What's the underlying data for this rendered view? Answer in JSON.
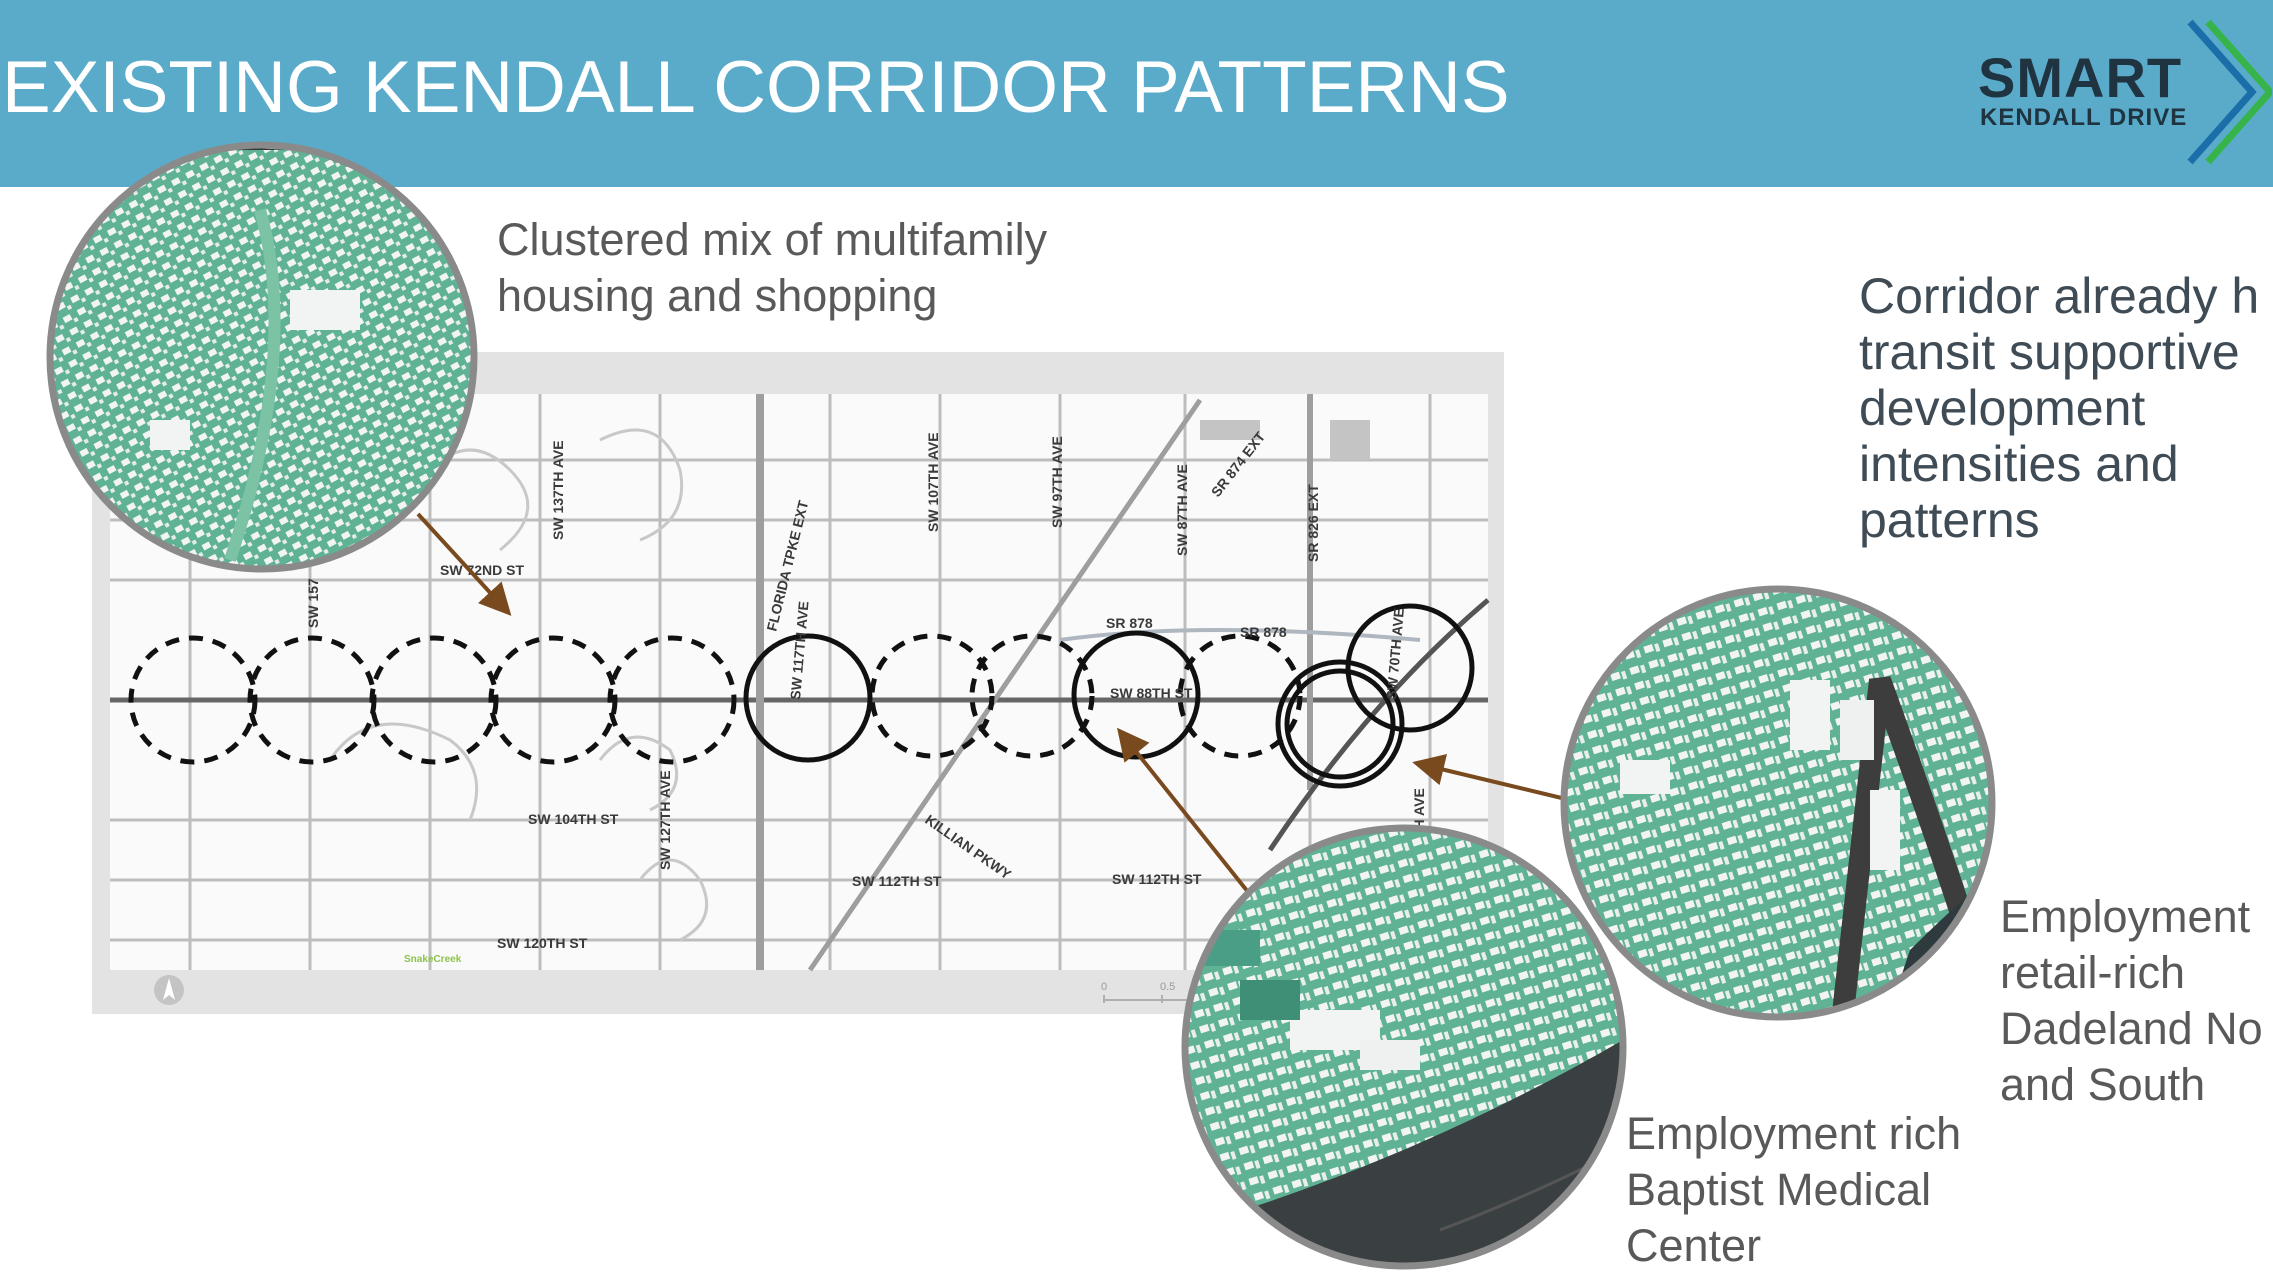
{
  "header": {
    "title": "EXISTING KENDALL CORRIDOR PATTERNS",
    "logo": {
      "line1": "SMART",
      "line2": "KENDALL DRIVE",
      "icon": "double-chevron-icon"
    },
    "colors": {
      "band": "#5aabca",
      "chevron_dark": "#1a6fa8",
      "chevron_light": "#36b44a"
    }
  },
  "captions": {
    "housing": [
      "Clustered mix of multifamily",
      "housing and shopping"
    ],
    "corridor": [
      "Corridor already h",
      "transit supportive",
      "development",
      "intensities and",
      "patterns"
    ],
    "dadeland": [
      "Employment",
      "retail-rich",
      "Dadeland No",
      "and South"
    ],
    "baptist": [
      "Employment rich",
      "Baptist Medical",
      "Center"
    ]
  },
  "map": {
    "street_labels": {
      "sw_157": "SW 157",
      "sw_137": "SW 137TH AVE",
      "sw_2nd": "SW 72ND ST",
      "turnpike": "FLORIDA TPKE EXT",
      "sw_117": "SW 117TH AVE",
      "sw_107": "SW 107TH AVE",
      "sw_97": "SW 97TH AVE",
      "sw_87": "SW 87TH AVE",
      "sr_874": "SR 874 EXT",
      "sr_826": "SR 826 EXT",
      "sr_878a": "SR 878",
      "sr_878b": "SR 878",
      "sw_88": "SW 88TH ST",
      "sw_70": "SW 70TH AVE",
      "sw_104": "SW 104TH ST",
      "sw_127": "SW 127TH AVE",
      "killian": "KILLIAN PKWY",
      "sw_112a": "SW 112TH ST",
      "sw_112b": "SW 112TH ST",
      "sw_120": "SW 120TH ST",
      "th_ave": "TH AVE",
      "park": "SnakeCreek"
    },
    "scale": {
      "zero": "0",
      "half": "0.5"
    },
    "icons": {
      "north": "north-arrow-icon"
    },
    "colors": {
      "aerial": "#5fb394",
      "building": "#f2f4f3",
      "arrow": "#7a4a1f"
    }
  }
}
